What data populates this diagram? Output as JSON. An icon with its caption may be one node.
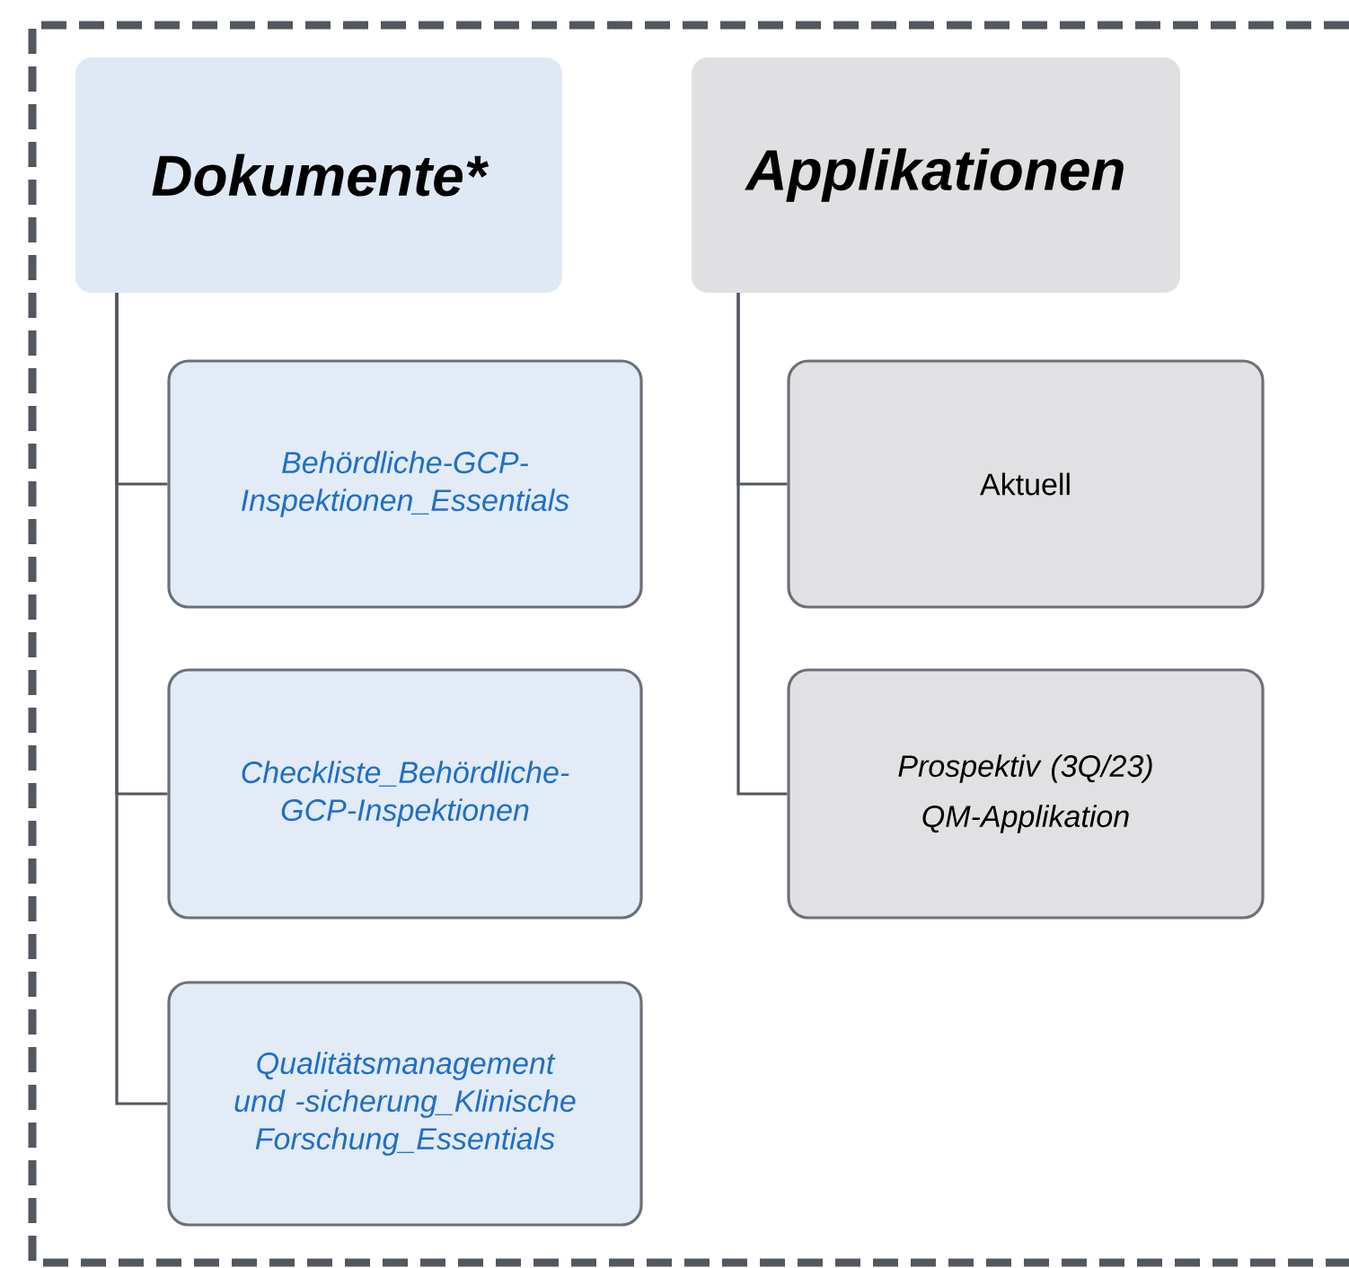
{
  "diagram": {
    "nodes": [
      {
        "text": [],
        "shape": "box"
      },
      {
        "text": [
          "Dokumente*"
        ],
        "in": 0
      },
      {
        "text": [
          "Applikationen"
        ],
        "in": 0
      },
      {
        "text": [
          "Behördliche-GCP-Inspektionen_Essentials"
        ],
        "in": 0
      },
      {
        "text": [
          "Checkliste_Behördliche-GCP-Inspektionen"
        ],
        "in": 0
      },
      {
        "text": [
          "Qualitätsmanagement und -sicherung_Klinische Forschung_Essentials"
        ],
        "in": 0
      },
      {
        "text": [
          "Aktuell"
        ],
        "in": 0
      },
      {
        "text": [
          "Prospektiv (3Q/23)",
          "QM-Applikation"
        ],
        "in": 0
      }
    ],
    "edges": [
      {
        "from": 1,
        "to": 3,
        "arrow": "none"
      },
      {
        "from": 1,
        "to": 4,
        "arrow": "none"
      },
      {
        "from": 1,
        "to": 5,
        "arrow": "none"
      },
      {
        "from": 2,
        "to": 6,
        "arrow": "none"
      },
      {
        "from": 2,
        "to": 7,
        "arrow": "none"
      }
    ]
  }
}
